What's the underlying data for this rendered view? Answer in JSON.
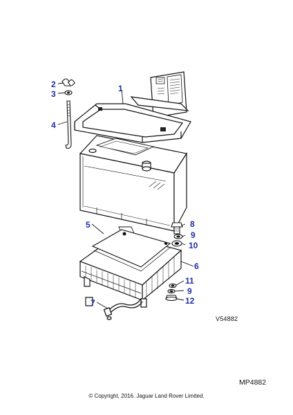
{
  "callouts": {
    "c1": "1",
    "c2": "2",
    "c3": "3",
    "c4": "4",
    "c5": "5",
    "c6": "6",
    "c7": "7",
    "c8": "8",
    "c9a": "9",
    "c10": "10",
    "c11": "11",
    "c9b": "9",
    "c12": "12"
  },
  "references": {
    "drawing_id": "V54882",
    "illustration_id": "MP4882"
  },
  "footer": {
    "copyright": "© Copyright, 2016. Jaguar Land Rover Limited."
  },
  "colors": {
    "callout": "#1e2fa8",
    "line": "#111111"
  }
}
